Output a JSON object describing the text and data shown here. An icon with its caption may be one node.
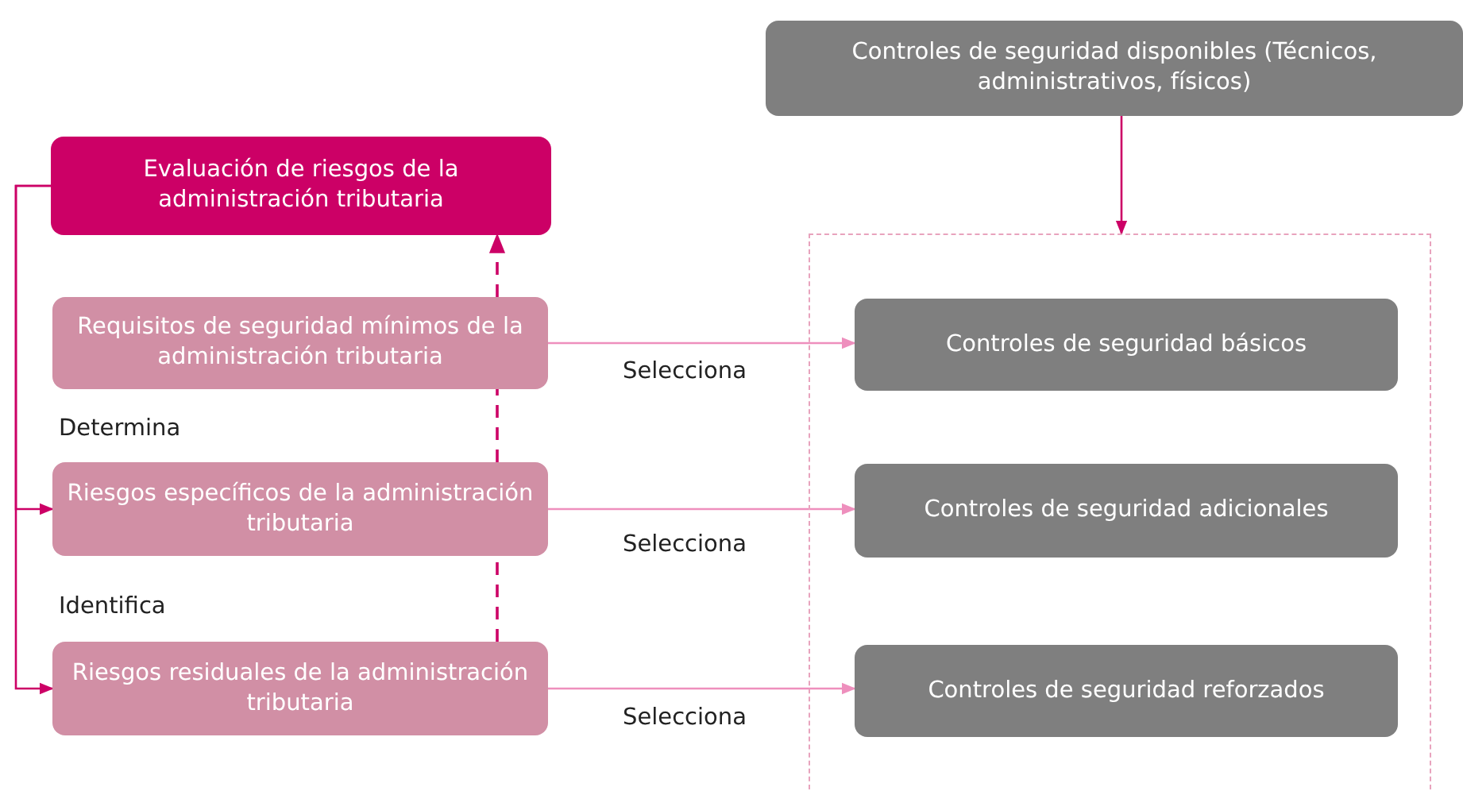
{
  "diagram": {
    "nodes": [
      {
        "text": [
          "Evaluación de riesgos de la administración tributaria"
        ]
      },
      {
        "text": [
          "Requisitos de seguridad mínimos de la administración tributaria"
        ]
      },
      {
        "text": [
          "Riesgos específicos de la administración tributaria"
        ]
      },
      {
        "text": [
          "Riesgos residuales de la administración tributaria"
        ]
      },
      {
        "text": [
          "Controles de seguridad disponibles (Técnicos, administrativos, físicos)"
        ]
      },
      {
        "text": [],
        "shape": "box"
      },
      {
        "text": [
          "Controles de seguridad básicos"
        ],
        "in": 5
      },
      {
        "text": [
          "Controles de seguridad adicionales"
        ],
        "in": 5
      },
      {
        "text": [
          "Controles de seguridad reforzados"
        ],
        "in": 5
      }
    ],
    "edges": [
      {
        "from": 0,
        "to": 2,
        "arrow": "to",
        "label": "Determina"
      },
      {
        "from": 0,
        "to": 3,
        "arrow": "to",
        "label": "Identifica"
      },
      {
        "from": 3,
        "to": 2,
        "arrow": "none",
        "style": "dashed"
      },
      {
        "from": 2,
        "to": 1,
        "arrow": "none",
        "style": "dashed"
      },
      {
        "from": 1,
        "to": 0,
        "arrow": "to",
        "style": "dashed"
      },
      {
        "from": 1,
        "to": 6,
        "arrow": "to",
        "label": "Selecciona",
        "color": "#ee8fbd"
      },
      {
        "from": 2,
        "to": 7,
        "arrow": "to",
        "label": "Selecciona",
        "color": "#ee8fbd"
      },
      {
        "from": 3,
        "to": 8,
        "arrow": "to",
        "label": "Selecciona",
        "color": "#ee8fbd"
      },
      {
        "from": 4,
        "to": 5,
        "arrow": "to"
      }
    ]
  }
}
